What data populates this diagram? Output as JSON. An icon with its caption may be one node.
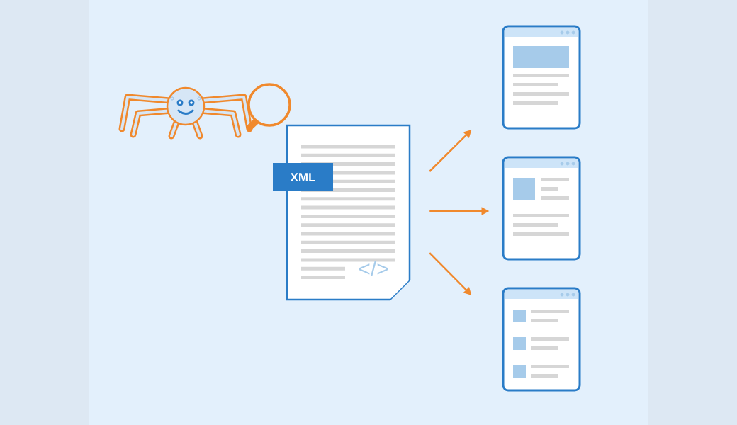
{
  "diagram": {
    "nodes": [
      {
        "text": [
          "XML",
          "</>"
        ]
      },
      {
        "text": [],
        "shape": "picture"
      },
      {
        "text": [],
        "shape": "picture"
      },
      {
        "text": [],
        "shape": "picture"
      }
    ],
    "edges": [
      {
        "from": 0,
        "to": 1,
        "arrow": "to"
      },
      {
        "from": 0,
        "to": 2,
        "arrow": "to"
      },
      {
        "from": 0,
        "to": 3,
        "arrow": "to"
      }
    ]
  }
}
